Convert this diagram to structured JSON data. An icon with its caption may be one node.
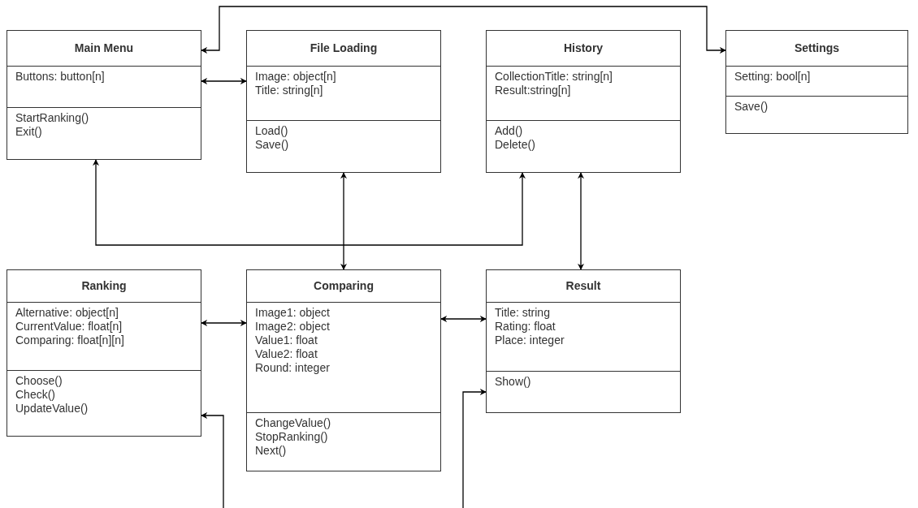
{
  "diagram": {
    "nodes": [
      {
        "text": [
          "Main Menu"
        ]
      },
      {
        "text": [
          "Buttons: button[n]"
        ],
        "in": 0
      },
      {
        "text": [
          "StartRanking()",
          "Exit()"
        ],
        "in": 0
      },
      {
        "text": [
          "File Loading"
        ]
      },
      {
        "text": [
          "Image: object[n]",
          "Title: string[n]"
        ],
        "in": 3
      },
      {
        "text": [
          "Load()",
          "Save()"
        ],
        "in": 3
      },
      {
        "text": [
          "History"
        ]
      },
      {
        "text": [
          "CollectionTitle: string[n]",
          "Result:string[n]"
        ],
        "in": 6
      },
      {
        "text": [
          "Add()",
          "Delete()"
        ],
        "in": 6
      },
      {
        "text": [
          "Settings"
        ]
      },
      {
        "text": [
          "Setting: bool[n]"
        ],
        "in": 9
      },
      {
        "text": [
          "Save()"
        ],
        "in": 9
      },
      {
        "text": [
          "Ranking"
        ]
      },
      {
        "text": [
          "Alternative: object[n]",
          "CurrentValue: float[n]",
          "Comparing: float[n][n]"
        ],
        "in": 12
      },
      {
        "text": [
          "Choose()",
          "Check()",
          "UpdateValue()"
        ],
        "in": 12
      },
      {
        "text": [
          "Comparing"
        ]
      },
      {
        "text": [
          "Image1: object",
          "Image2: object",
          "Value1: float",
          "Value2: float",
          "Round: integer"
        ],
        "in": 15
      },
      {
        "text": [
          "ChangeValue()",
          "StopRanking()",
          "Next()"
        ],
        "in": 15
      },
      {
        "text": [
          "Result"
        ]
      },
      {
        "text": [
          "Title: string",
          "Rating: float",
          "Place: integer"
        ],
        "in": 18
      },
      {
        "text": [
          "Show()"
        ],
        "in": 18
      }
    ],
    "edges": [
      {
        "from": 0,
        "to": 3,
        "arrow": "both"
      },
      {
        "from": 0,
        "to": 9,
        "arrow": "both"
      },
      {
        "from": 0,
        "to": 6,
        "arrow": "both"
      },
      {
        "from": 3,
        "to": 15,
        "arrow": "both"
      },
      {
        "from": 6,
        "to": 18,
        "arrow": "both"
      },
      {
        "from": 12,
        "to": 15,
        "arrow": "both"
      },
      {
        "from": 15,
        "to": 18,
        "arrow": "both"
      },
      {
        "from": null,
        "to": 12,
        "arrow": "to"
      },
      {
        "from": null,
        "to": 18,
        "arrow": "to"
      }
    ]
  }
}
